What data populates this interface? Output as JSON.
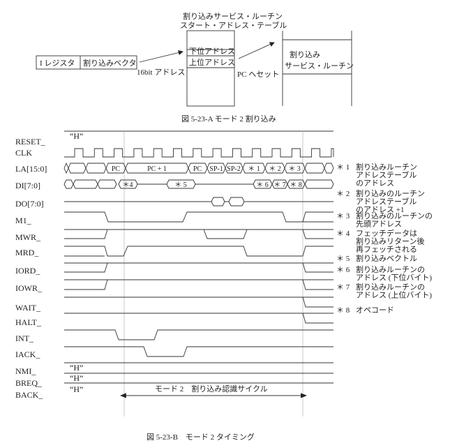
{
  "figure_a": {
    "table_title_1": "割り込みサービス・ルーチン",
    "table_title_2": "スタート・アドレス・テーブル",
    "i_register": "I レジスタ",
    "interrupt_vector": "割り込みベクタ",
    "address_16bit": "16bit アドレス",
    "lower_address": "下位アドレス",
    "upper_address": "上位アドレス",
    "pc_set": "PC へセット",
    "routine_1": "割り込み",
    "routine_2": "サービス・ルーチン",
    "caption": "図 5-23-A  モード 2 割り込み"
  },
  "figure_b": {
    "signals": [
      "RESET_",
      "CLK",
      "LA[15:0]",
      "DI[7:0]",
      "DO[7:0]",
      "M1_",
      "MWR_",
      "MRD_",
      "IORD_",
      "IOWR_",
      "WAIT_",
      "HALT_",
      "INT_",
      "IACK_",
      "NMI_",
      "BREQ_",
      "BACK_"
    ],
    "high_label": "“H”",
    "la_values": [
      "PC",
      "PC + 1",
      "PC",
      "SP-1",
      "SP-2",
      "＊ 1",
      "＊ 2",
      "＊ 3"
    ],
    "di_values": [
      "＊4",
      "＊ 5",
      "＊ 6",
      "＊ 7",
      "＊ 8"
    ],
    "cycle_label": "モード 2　割り込み認識サイクル",
    "caption": "図 5-23-B　モード 2 タイミング",
    "notes": [
      {
        "mark": "＊ 1",
        "lines": [
          "割り込みルーチン",
          "アドレステーブル",
          "のアドレス"
        ]
      },
      {
        "mark": "＊ 2",
        "lines": [
          "割り込みのルーチン",
          "アドレステーブル",
          "のアドレス +1"
        ]
      },
      {
        "mark": "＊ 3",
        "lines": [
          "割り込みのルーチンの",
          "先頭アドレス"
        ]
      },
      {
        "mark": "＊ 4",
        "lines": [
          "フェッチデータは",
          "割り込みリターン後",
          "再フェッチされる"
        ]
      },
      {
        "mark": "＊ 5",
        "lines": [
          "割り込みベクトル"
        ]
      },
      {
        "mark": "＊ 6",
        "lines": [
          "割り込みルーチンの",
          "アドレス (下位バイト)"
        ]
      },
      {
        "mark": "＊ 7",
        "lines": [
          "割り込みルーチンの",
          "アドレス (上位バイト)"
        ]
      },
      {
        "mark": "＊ 8",
        "lines": [
          "オペコード"
        ]
      }
    ]
  }
}
